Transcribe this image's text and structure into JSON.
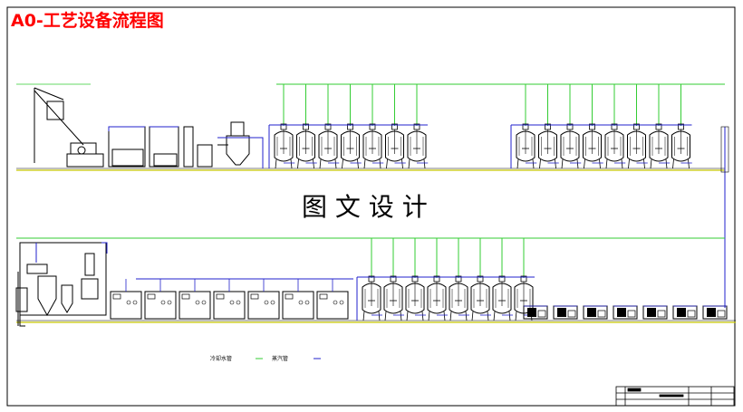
{
  "title": "A0-工艺设备流程图",
  "center_label": "图 文 设 计",
  "legend": {
    "item1": "冷却水管",
    "item2": "蒸汽管"
  },
  "colors": {
    "title": "#ff0000",
    "green_line": "#33cc33",
    "blue_line": "#2222cc",
    "equipment": "#000000",
    "floor_line": "#c8c800"
  },
  "rows": {
    "top_left_tanks": 7,
    "top_right_tanks": 8,
    "bottom_tanks": 8,
    "bottom_boxes": 7,
    "bottom_right_machines": 7
  }
}
